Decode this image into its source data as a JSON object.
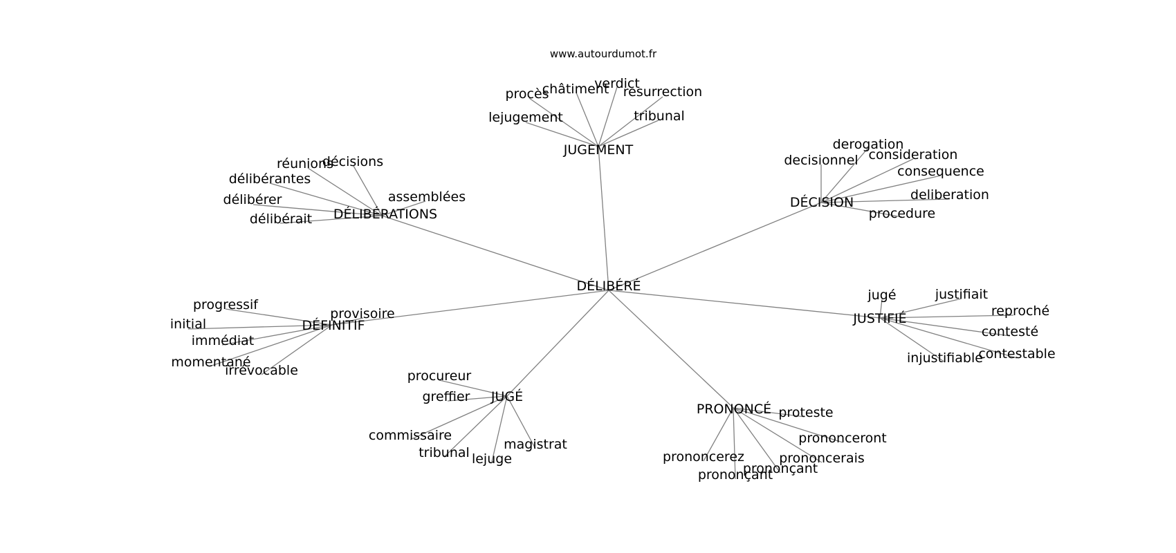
{
  "source": "www.autourdumot.fr",
  "colors": {
    "edge": "#808080",
    "text": "#000000",
    "background": "#ffffff"
  },
  "center": {
    "id": "center",
    "label": "DÉLIBÉRÉ"
  },
  "clusters": [
    {
      "id": "jugement",
      "label": "JUGEMENT",
      "leaves": [
        {
          "id": "proces",
          "label": "procès"
        },
        {
          "id": "chatiment",
          "label": "châtiment"
        },
        {
          "id": "verdict",
          "label": "verdict"
        },
        {
          "id": "resurrection",
          "label": "resurrection"
        },
        {
          "id": "lejugement",
          "label": "lejugement"
        },
        {
          "id": "tribunal-1",
          "label": "tribunal"
        }
      ]
    },
    {
      "id": "decision",
      "label": "DÉCISION",
      "leaves": [
        {
          "id": "derogation",
          "label": "derogation"
        },
        {
          "id": "decisionnel",
          "label": "decisionnel"
        },
        {
          "id": "consideration",
          "label": "consideration"
        },
        {
          "id": "consequence",
          "label": "consequence"
        },
        {
          "id": "deliberation",
          "label": "deliberation"
        },
        {
          "id": "procedure",
          "label": "procedure"
        }
      ]
    },
    {
      "id": "deliberations",
      "label": "DÉLIBÉRATIONS",
      "leaves": [
        {
          "id": "reunions",
          "label": "réunions"
        },
        {
          "id": "decisions",
          "label": "décisions"
        },
        {
          "id": "deliberantes",
          "label": "délibérantes"
        },
        {
          "id": "assemblees",
          "label": "assemblées"
        },
        {
          "id": "deliberer",
          "label": "délibérer"
        },
        {
          "id": "deliberait",
          "label": "délibérait"
        }
      ]
    },
    {
      "id": "definitif",
      "label": "DÉFINITIF",
      "leaves": [
        {
          "id": "progressif",
          "label": "progressif"
        },
        {
          "id": "provisoire",
          "label": "provisoire"
        },
        {
          "id": "initial",
          "label": "initial"
        },
        {
          "id": "immediat",
          "label": "immédiat"
        },
        {
          "id": "momentane",
          "label": "momentané"
        },
        {
          "id": "irrevocable",
          "label": "irrévocable"
        }
      ]
    },
    {
      "id": "justifie",
      "label": "JUSTIFIÉ",
      "leaves": [
        {
          "id": "juge-leaf",
          "label": "jugé"
        },
        {
          "id": "justifiait",
          "label": "justifiait"
        },
        {
          "id": "reproche",
          "label": "reproché"
        },
        {
          "id": "conteste",
          "label": "contesté"
        },
        {
          "id": "injustifiable",
          "label": "injustifiable"
        },
        {
          "id": "contestable",
          "label": "contestable"
        }
      ]
    },
    {
      "id": "juge",
      "label": "JUGÉ",
      "leaves": [
        {
          "id": "procureur",
          "label": "procureur"
        },
        {
          "id": "greffier",
          "label": "greffier"
        },
        {
          "id": "commissaire",
          "label": "commissaire"
        },
        {
          "id": "tribunal-2",
          "label": "tribunal"
        },
        {
          "id": "lejuge",
          "label": "lejuge"
        },
        {
          "id": "magistrat",
          "label": "magistrat"
        }
      ]
    },
    {
      "id": "prononce",
      "label": "PRONONCÉ",
      "leaves": [
        {
          "id": "proteste",
          "label": "proteste"
        },
        {
          "id": "prononceront",
          "label": "prononceront"
        },
        {
          "id": "prononcerez",
          "label": "prononcerez"
        },
        {
          "id": "prononcerais",
          "label": "prononcerais"
        },
        {
          "id": "prononcant-1",
          "label": "prononçant"
        },
        {
          "id": "prononcant-2",
          "label": "prononçant"
        }
      ]
    }
  ]
}
